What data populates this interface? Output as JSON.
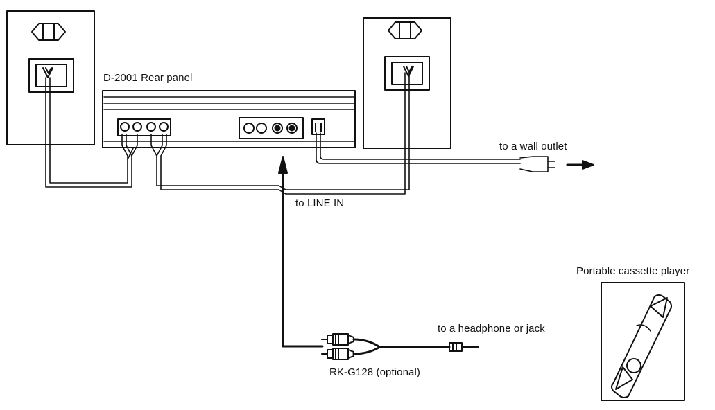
{
  "labels": {
    "rear_panel": "D-2001 Rear panel",
    "wall_outlet": "to a wall outlet",
    "line_in": "to LINE IN",
    "cassette_player": "Portable cassette player",
    "headphone_jack": "to a headphone or jack",
    "cable_model": "RK-G128 (optional)"
  }
}
